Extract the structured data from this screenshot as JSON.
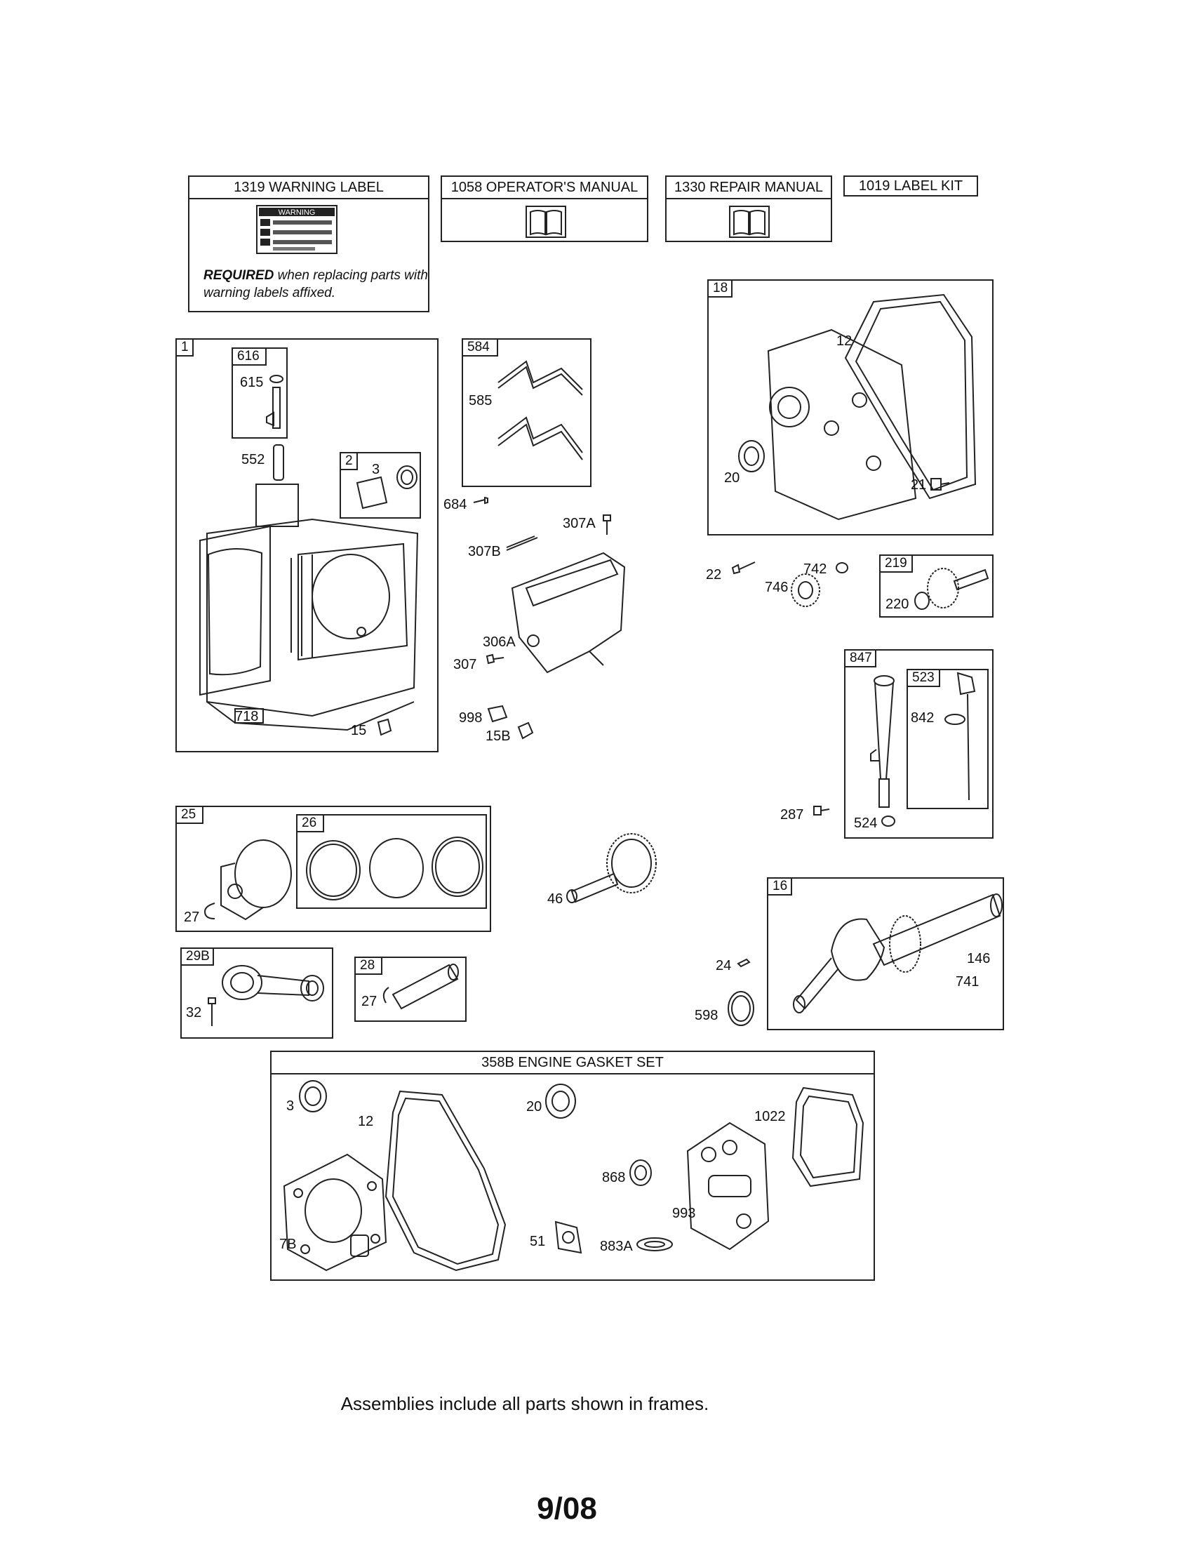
{
  "header_boxes": {
    "warning_label": "1319 WARNING LABEL",
    "warning_required": "REQUIRED",
    "warning_text": " when replacing parts with warning labels affixed.",
    "warning_sticker": "WARNING",
    "operators_manual": "1058 OPERATOR'S MANUAL",
    "repair_manual": "1330 REPAIR MANUAL",
    "label_kit": "1019 LABEL KIT"
  },
  "frames": {
    "f1": "1",
    "f616": "616",
    "f2": "2",
    "f584": "584",
    "f18": "18",
    "f219": "219",
    "f847": "847",
    "f523": "523",
    "f25": "25",
    "f26": "26",
    "f16": "16",
    "f29b": "29B",
    "f28": "28",
    "gasket_set": "358B ENGINE GASKET SET"
  },
  "labels": {
    "p615": "615",
    "p552": "552",
    "p3": "3",
    "p718": "718",
    "p15": "15",
    "p585": "585",
    "p684": "684",
    "p307a": "307A",
    "p307b": "307B",
    "p306a": "306A",
    "p307": "307",
    "p998": "998",
    "p15b": "15B",
    "p12": "12",
    "p20": "20",
    "p21": "21",
    "p22": "22",
    "p742": "742",
    "p746": "746",
    "p220": "220",
    "p842": "842",
    "p287": "287",
    "p524": "524",
    "p27a": "27",
    "p46": "46",
    "p24": "24",
    "p146": "146",
    "p741": "741",
    "p598": "598",
    "p32": "32",
    "p27b": "27",
    "g3": "3",
    "g12": "12",
    "g20": "20",
    "g1022": "1022",
    "g868": "868",
    "g993": "993",
    "g7b": "7B",
    "g51": "51",
    "g883a": "883A"
  },
  "footer": "Assemblies include all parts shown in frames.",
  "page_number": "9/08"
}
